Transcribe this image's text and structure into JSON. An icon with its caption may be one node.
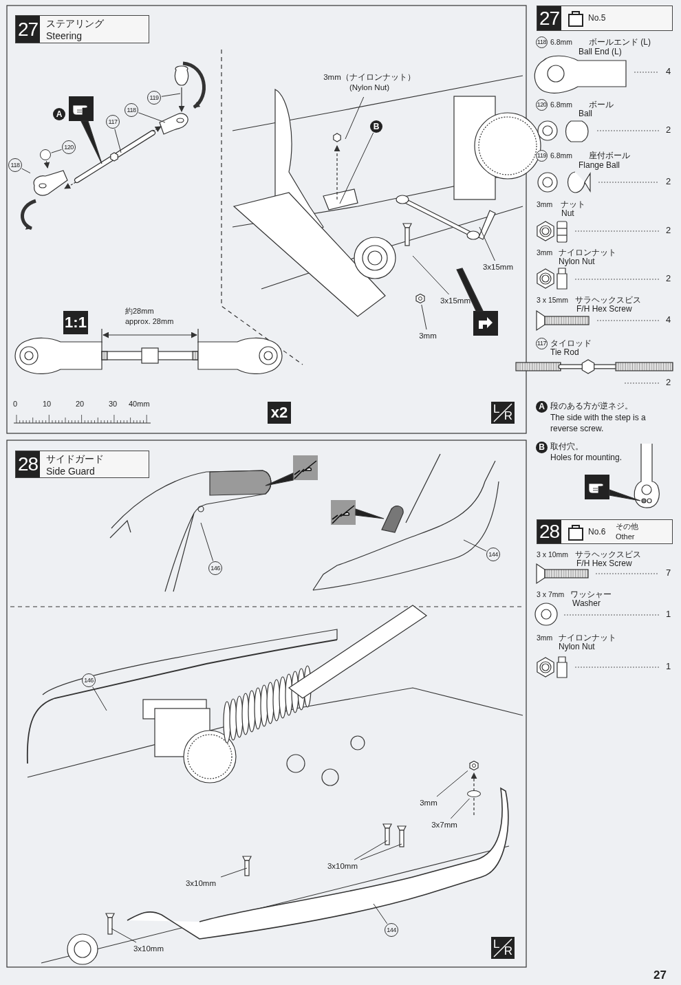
{
  "diagram": {
    "nodes": [
      {
        "text": [
          "27",
          "ステアリング",
          "Steering"
        ]
      },
      {
        "text": [
          "A"
        ]
      },
      {
        "text": [
          "119"
        ]
      },
      {
        "text": [
          "118"
        ]
      },
      {
        "text": [
          "117"
        ]
      },
      {
        "text": [
          "120"
        ]
      },
      {
        "text": [
          "118"
        ]
      },
      {
        "text": [
          "1:1"
        ]
      },
      {
        "text": [
          "x2"
        ]
      },
      {
        "text": [
          "L",
          "R"
        ]
      },
      {
        "text": [
          "3mm（ナイロンナット） (Nylon Nut)"
        ]
      },
      {
        "text": [
          "B"
        ]
      },
      {
        "text": [
          "3x15mm"
        ]
      },
      {
        "text": [
          "3x15mm"
        ]
      },
      {
        "text": [
          "3mm"
        ]
      },
      {
        "text": [
          "27",
          "No.5"
        ]
      },
      {
        "text": [
          "118"
        ]
      },
      {
        "text": [
          "120"
        ]
      },
      {
        "text": [
          "119"
        ]
      },
      {
        "text": [
          "117"
        ]
      },
      {
        "text": [
          "A"
        ]
      },
      {
        "text": [
          "B"
        ]
      },
      {
        "text": [
          "28",
          "No.6",
          "その他",
          "Other"
        ]
      },
      {
        "text": [
          "28",
          "サイドガード",
          "Side Guard"
        ]
      },
      {
        "text": [
          "146"
        ]
      },
      {
        "text": [
          "144"
        ]
      },
      {
        "text": [
          "146"
        ]
      },
      {
        "text": [
          "3mm"
        ]
      },
      {
        "text": [
          "3x7mm"
        ]
      },
      {
        "text": [
          "3x10mm"
        ]
      },
      {
        "text": [
          "3x10mm"
        ]
      },
      {
        "text": [
          "3x10mm"
        ]
      },
      {
        "text": [
          "144"
        ]
      },
      {
        "text": [
          "L",
          "R"
        ]
      },
      {
        "text": [],
        "shape": "circle"
      },
      {
        "text": [],
        "shape": "picture"
      },
      {
        "text": [],
        "shape": "picture"
      },
      {
        "text": [],
        "shape": "picture"
      },
      {
        "text": [],
        "shape": "circle"
      }
    ],
    "edges": [
      {
        "from": 2,
        "to": null,
        "arrow": "none"
      },
      {
        "from": 3,
        "to": null,
        "arrow": "none"
      },
      {
        "from": 4,
        "to": null,
        "arrow": "none"
      },
      {
        "from": 5,
        "to": 34,
        "arrow": "none"
      },
      {
        "from": 6,
        "to": 35,
        "arrow": "none"
      },
      {
        "from": 34,
        "to": 35,
        "arrow": "to"
      },
      {
        "from": 10,
        "to": null,
        "arrow": "none"
      },
      {
        "from": 11,
        "to": null,
        "arrow": "none"
      },
      {
        "from": 12,
        "to": null,
        "arrow": "none"
      },
      {
        "from": 13,
        "to": null,
        "arrow": "none"
      },
      {
        "from": 14,
        "to": 36,
        "arrow": "none"
      },
      {
        "from": 24,
        "to": null,
        "arrow": "none"
      },
      {
        "from": 25,
        "to": null,
        "arrow": "none"
      },
      {
        "from": 26,
        "to": null,
        "arrow": "none"
      },
      {
        "from": 27,
        "to": 37,
        "arrow": "none"
      },
      {
        "from": 28,
        "to": 38,
        "arrow": "none"
      },
      {
        "from": 29,
        "to": null,
        "arrow": "none"
      },
      {
        "from": 29,
        "to": null,
        "arrow": "none"
      },
      {
        "from": 30,
        "to": null,
        "arrow": "none"
      },
      {
        "from": 31,
        "to": null,
        "arrow": "none"
      },
      {
        "from": 32,
        "to": null,
        "arrow": "none"
      }
    ],
    "labels": [
      "約28mm",
      "approx. 28mm",
      "0",
      "10",
      "20",
      "30",
      "40mm",
      "6.8mm",
      "ボールエンド (L)",
      "Ball End (L)",
      "4",
      "6.8mm",
      "ボール",
      "Ball",
      "2",
      "6.8mm",
      "座付ボール",
      "Flange Ball",
      "2",
      "3mm",
      "ナット",
      "Nut",
      "2",
      "3mm",
      "ナイロンナット",
      "Nylon Nut",
      "2",
      "3 x 15mm",
      "サラヘックスビス",
      "F/H Hex Screw",
      "4",
      "タイロッド",
      "Tie Rod",
      "2",
      "段のある方が逆ネジ。",
      "The side with the step is a reverse screw.",
      "取付穴。",
      "Holes for mounting.",
      "3 x 10mm",
      "サラヘックスビス",
      "F/H Hex Screw",
      "7",
      "3 x 7mm",
      "ワッシャー",
      "Washer",
      "1",
      "3mm",
      "ナイロンナット",
      "Nylon Nut",
      "1",
      "27"
    ]
  }
}
